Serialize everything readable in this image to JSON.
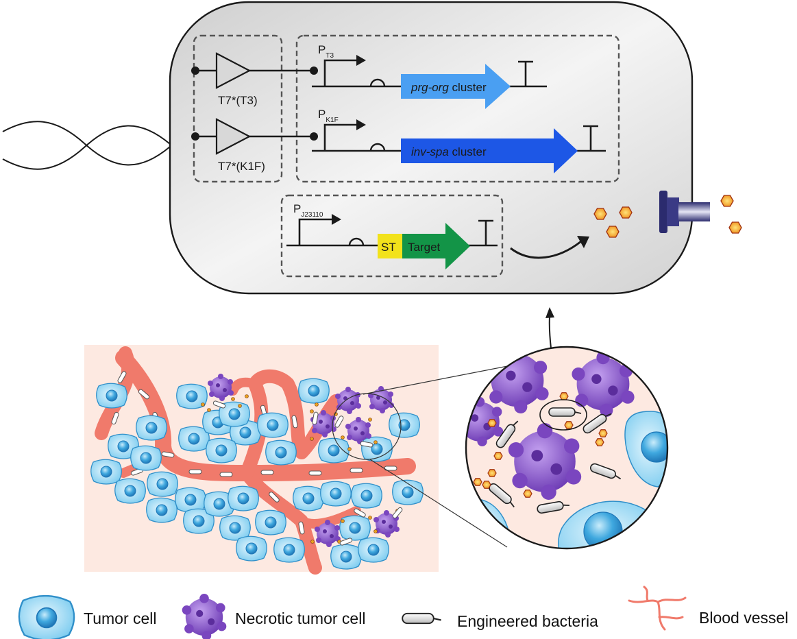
{
  "circuit": {
    "amplifier_t3": "T7*(T3)",
    "amplifier_k1f": "T7*(K1F)",
    "promoter_t3": {
      "p": "P",
      "sub": "T3"
    },
    "promoter_k1f": {
      "p": "P",
      "sub": "K1F"
    },
    "promoter_j": {
      "p": "P",
      "sub": "J23110"
    },
    "cluster_prg": {
      "italic": "prg-org",
      "rest": " cluster"
    },
    "cluster_inv": {
      "italic": "inv-spa",
      "rest": " cluster"
    },
    "signal_tag": "ST",
    "target": "Target"
  },
  "legend": {
    "tumor": "Tumor cell",
    "necrotic": "Necrotic tumor cell",
    "bacteria": "Engineered bacteria",
    "vessel": "Blood vessel"
  },
  "colors": {
    "cell_body": "#e8e8e8",
    "tumor": "#8fd3f0",
    "necrotic": "#8a55c9",
    "vessel": "#f07a6b",
    "tissue_bg": "#fde9e1",
    "prg_arrow": "#4a9ff2",
    "inv_arrow": "#1d57e6",
    "target_arrow": "#139447",
    "st_box": "#f2e21b",
    "effector": "#f0a020"
  },
  "icons": [
    "dna-helix-icon",
    "secretion-pore-icon"
  ]
}
